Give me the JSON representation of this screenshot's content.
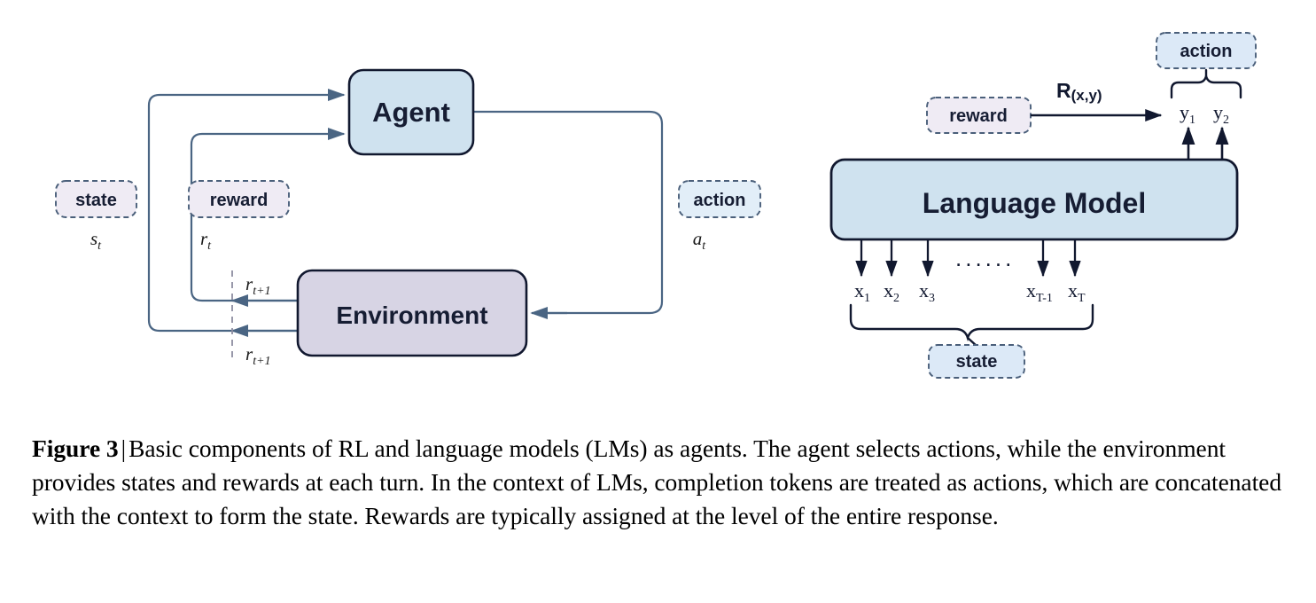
{
  "figure": {
    "caption_label": "Figure 3",
    "caption_separator": "|",
    "caption_text": "Basic components of RL and language models (LMs) as agents. The agent selects actions, while the environment provides states and rewards at each turn. In the context of LMs, completion tokens are treated as actions, which are concatenated with the context to form the state. Rewards are typically assigned at the level of the entire response."
  },
  "colors": {
    "agent_fill": "#cfe2ef",
    "environment_fill": "#d7d4e4",
    "lm_fill": "#cfe2ef",
    "tag_blue_fill": "#e2eef8",
    "tag_purple_fill": "#efebf4",
    "tag_border": "#4a5f7a",
    "node_border": "#11182f",
    "arrow_left": "#4a6583",
    "arrow_right": "#11182f",
    "text_dark": "#161d33",
    "background": "#ffffff"
  },
  "left_diagram": {
    "title": "rl-loop",
    "nodes": [
      {
        "id": "agent",
        "label": "Agent"
      },
      {
        "id": "environment",
        "label": "Environment"
      }
    ],
    "tags": [
      {
        "id": "state",
        "label": "state",
        "symbol": "s",
        "symbol_sub": "t",
        "style": "purple"
      },
      {
        "id": "reward",
        "label": "reward",
        "symbol": "r",
        "symbol_sub": "t",
        "style": "purple"
      },
      {
        "id": "action",
        "label": "action",
        "symbol": "a",
        "symbol_sub": "t",
        "style": "blue"
      }
    ],
    "edge_labels": [
      {
        "id": "reward-next-upper",
        "symbol": "r",
        "symbol_sub": "t+1"
      },
      {
        "id": "reward-next-lower",
        "symbol": "r",
        "symbol_sub": "t+1"
      }
    ]
  },
  "right_diagram": {
    "title": "language-model-agent",
    "model_label": "Language Model",
    "reward_tag": "reward",
    "reward_function": "R",
    "reward_function_args": "(x,y)",
    "action_tag": "action",
    "state_tag": "state",
    "input_tokens": [
      {
        "base": "x",
        "sub": "1"
      },
      {
        "base": "x",
        "sub": "2"
      },
      {
        "base": "x",
        "sub": "3"
      },
      {
        "base": "x",
        "sub": "T-1"
      },
      {
        "base": "x",
        "sub": "T"
      }
    ],
    "ellipsis": "......",
    "output_tokens": [
      {
        "base": "y",
        "sub": "1"
      },
      {
        "base": "y",
        "sub": "2"
      }
    ]
  }
}
